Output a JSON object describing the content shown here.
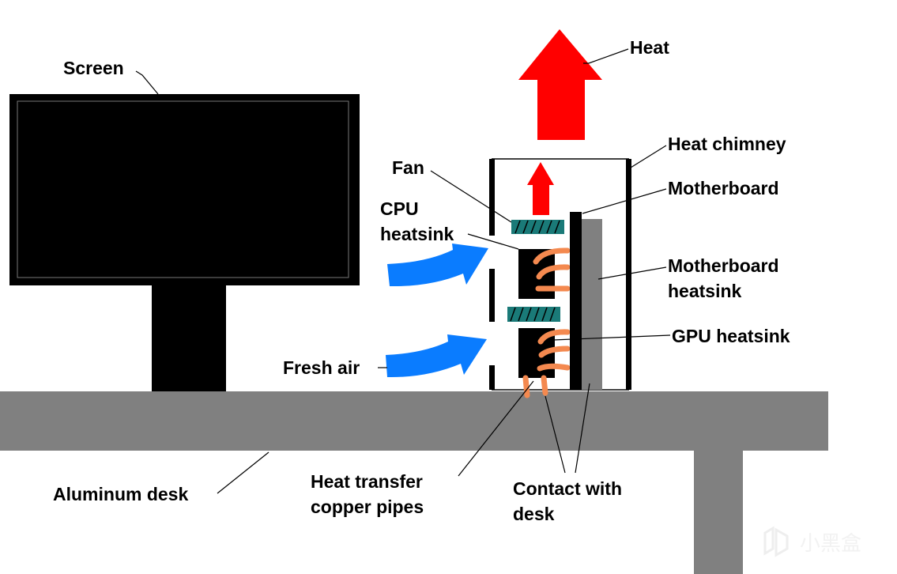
{
  "labels": {
    "screen": "Screen",
    "heat": "Heat",
    "heat_chimney": "Heat chimney",
    "fan": "Fan",
    "cpu_heatsink_1": "CPU",
    "cpu_heatsink_2": "heatsink",
    "motherboard": "Motherboard",
    "motherboard_heatsink_1": "Motherboard",
    "motherboard_heatsink_2": "heatsink",
    "gpu_heatsink": "GPU heatsink",
    "fresh_air": "Fresh air",
    "aluminum_desk": "Aluminum desk",
    "copper_pipes_1": "Heat transfer",
    "copper_pipes_2": "copper pipes",
    "contact_1": "Contact with",
    "contact_2": "desk"
  },
  "watermark": "小黑盒",
  "colors": {
    "heat_arrow": "#ff0000",
    "air_arrow": "#0a7cff",
    "fan": "#1a7a78",
    "copper": "#f4894f",
    "desk": "#808080",
    "screen": "#000000"
  }
}
